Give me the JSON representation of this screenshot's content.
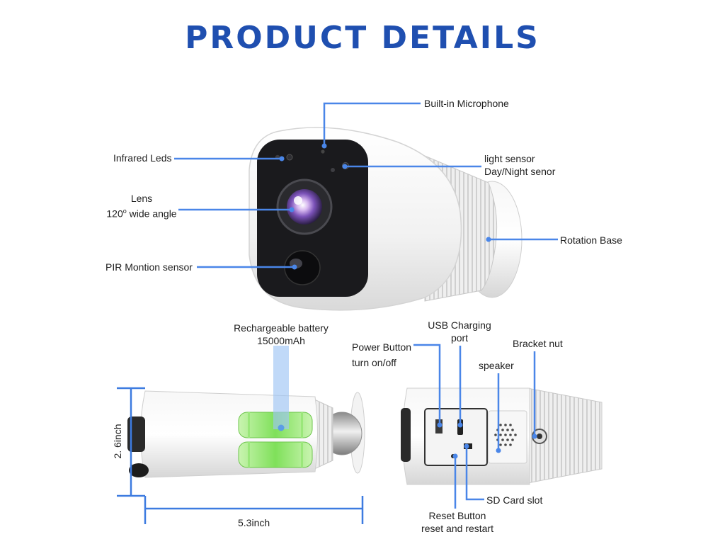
{
  "title": "PRODUCT DETAILS",
  "colors": {
    "title": "#1f4fb0",
    "callout": "#4a86e8",
    "dimension": "#3d7be0"
  },
  "labels": {
    "microphone": "Built-in Microphone",
    "infrared": "Infrared Leds",
    "light_sensor_1": "light sensor",
    "light_sensor_2": "Day/Night senor",
    "lens_1": "Lens",
    "lens_2_num": "120",
    "lens_2_deg": "o",
    "lens_2_rest": " wide angle",
    "rotation_base": "Rotation Base",
    "pir": "PIR Montion sensor",
    "battery_1": "Rechargeable battery",
    "battery_2": "15000mAh",
    "usb_1": "USB Charging",
    "usb_2": "port",
    "power_1": "Power Button",
    "power_2": "turn on/off",
    "bracket_nut": "Bracket nut",
    "speaker": "speaker",
    "sd_card": "SD Card slot",
    "reset_1": "Reset Button",
    "reset_2": "reset and restart",
    "height": "2. 6inch",
    "length": "5.3inch"
  }
}
